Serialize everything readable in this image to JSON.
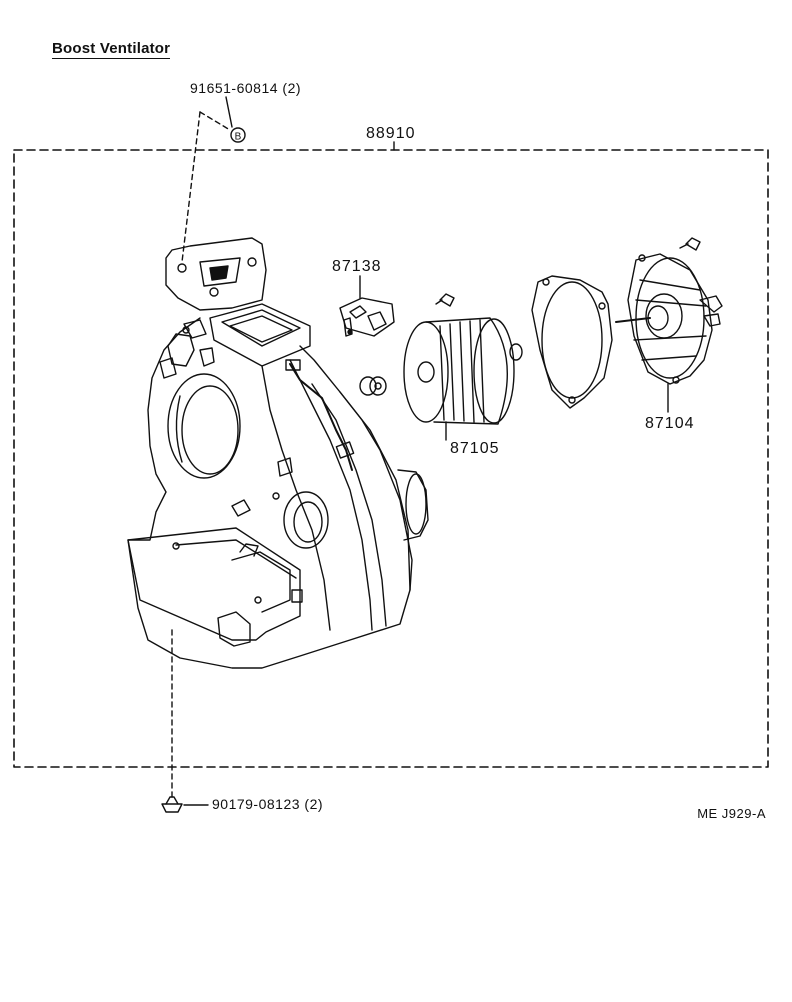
{
  "title": "Boost Ventilator",
  "parts": {
    "screw_top": "91651-60814 (2)",
    "assembly": "88910",
    "resistor": "87138",
    "fan": "87105",
    "motor": "87104",
    "clip_bottom": "90179-08123 (2)"
  },
  "bolt_marker": "B",
  "diagram_ref": "ME J929-A"
}
